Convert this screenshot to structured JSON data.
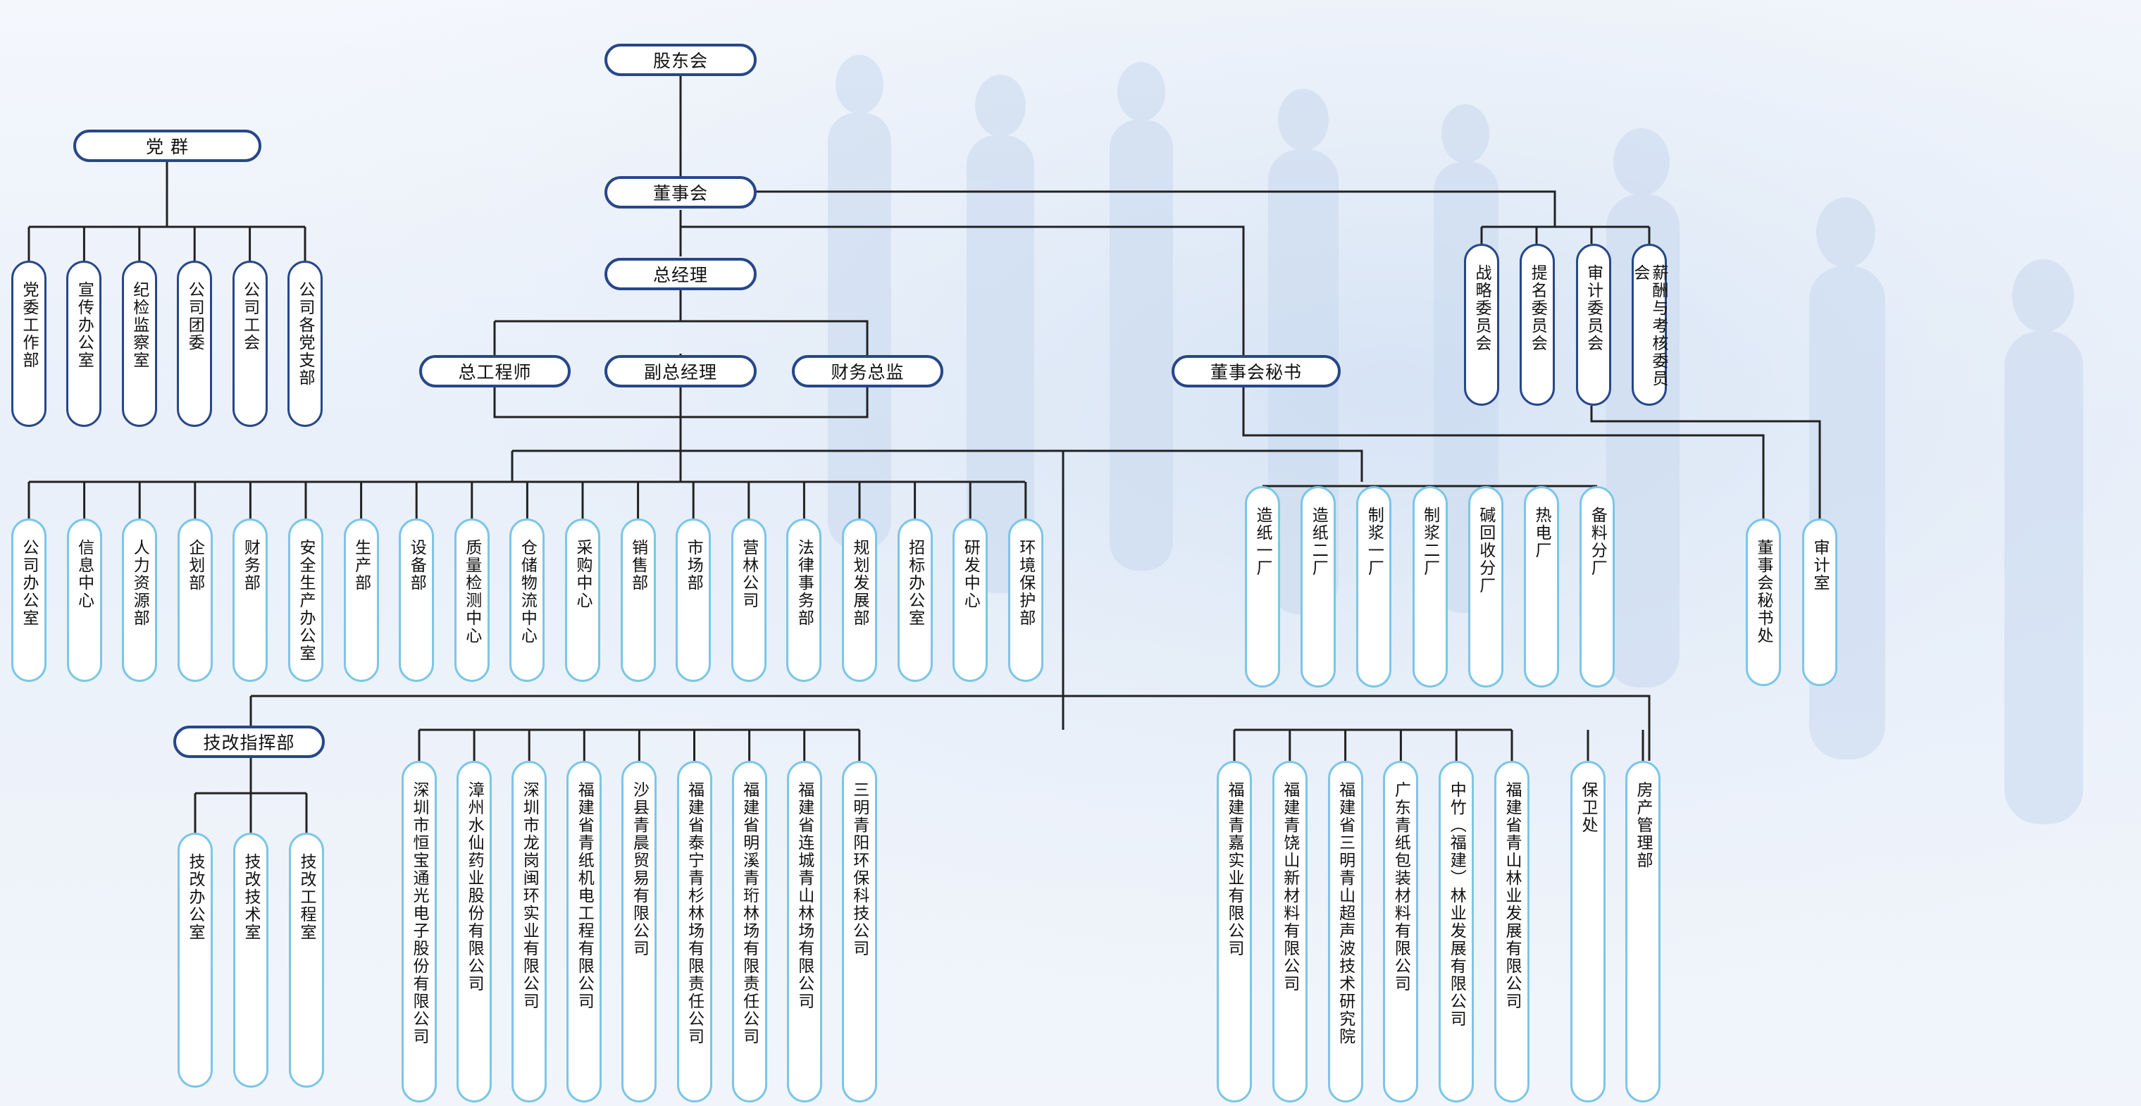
{
  "top": {
    "shareholders": "股东会",
    "board": "董事会",
    "gm": "总经理",
    "chief_engineer": "总工程师",
    "deputy_gm": "副总经理",
    "cfo": "财务总监",
    "board_secretary": "董事会秘书"
  },
  "party": {
    "title": "党 群",
    "items": [
      "党委工作部",
      "宣传办公室",
      "纪检监察室",
      "公司团委",
      "公司工会",
      "公司各党支部"
    ]
  },
  "committees": [
    "战略委员会",
    "提名委员会",
    "审计委员会",
    "薪酬与考核委员会"
  ],
  "board_offices": [
    "董事会秘书处",
    "审计室"
  ],
  "departments": [
    "公司办公室",
    "信息中心",
    "人力资源部",
    "企划部",
    "财务部",
    "安全生产办公室",
    "生产部",
    "设备部",
    "质量检测中心",
    "仓储物流中心",
    "采购中心",
    "销售部",
    "市场部",
    "营林公司",
    "法律事务部",
    "规划发展部",
    "招标办公室",
    "研发中心",
    "环境保护部"
  ],
  "factories": [
    "造纸一厂",
    "造纸二厂",
    "制浆一厂",
    "制浆二厂",
    "碱回收分厂",
    "热电厂",
    "备料分厂"
  ],
  "tech": {
    "title": "技改指挥部",
    "items": [
      "技改办公室",
      "技改技术室",
      "技改工程室"
    ]
  },
  "subsidiaries_a": [
    "深圳市恒宝通光电子股份有限公司",
    "漳州水仙药业股份有限公司",
    "深圳市龙岗闽环实业有限公司",
    "福建省青纸机电工程有限公司",
    "沙县青晨贸易有限公司",
    "福建省泰宁青杉林场有限责任公司",
    "福建省明溪青珩林场有限责任公司",
    "福建省连城青山林场有限公司",
    "三明青阳环保科技公司"
  ],
  "subsidiaries_b": [
    "福建青嘉实业有限公司",
    "福建青饶山新材料有限公司",
    "福建省三明青山超声波技术研究院",
    "广东青纸包装材料有限公司",
    "中竹（福建）林业发展有限公司",
    "福建省青山林业发展有限公司"
  ],
  "misc": [
    "保卫处",
    "房产管理部"
  ],
  "colors": {
    "primary_border": "#27478a",
    "secondary_border": "#7cc6e6",
    "line": "#222222"
  }
}
